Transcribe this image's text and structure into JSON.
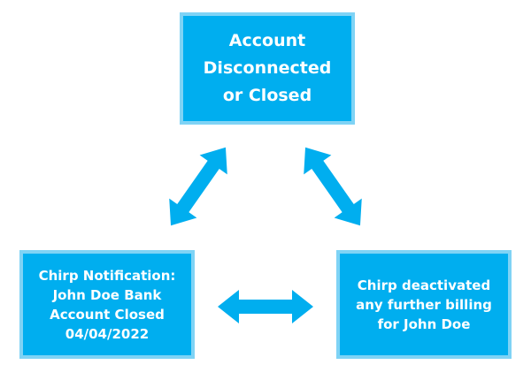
{
  "diagram": {
    "nodes": [
      {
        "id": "top",
        "label": "Account\nDisconnected\nor Closed"
      },
      {
        "id": "left",
        "label": "Chirp Notification:\nJohn Doe Bank\nAccount Closed\n04/04/2022"
      },
      {
        "id": "right",
        "label": "Chirp deactivated\nany further billing\nfor John Doe"
      }
    ],
    "edges": [
      {
        "from": "top",
        "to": "left",
        "type": "bidirectional"
      },
      {
        "from": "top",
        "to": "right",
        "type": "bidirectional"
      },
      {
        "from": "left",
        "to": "right",
        "type": "bidirectional"
      }
    ],
    "colors": {
      "box_fill": "#00aeef",
      "box_border": "#7fd3f5",
      "arrow": "#00aeef",
      "text": "#ffffff"
    }
  }
}
